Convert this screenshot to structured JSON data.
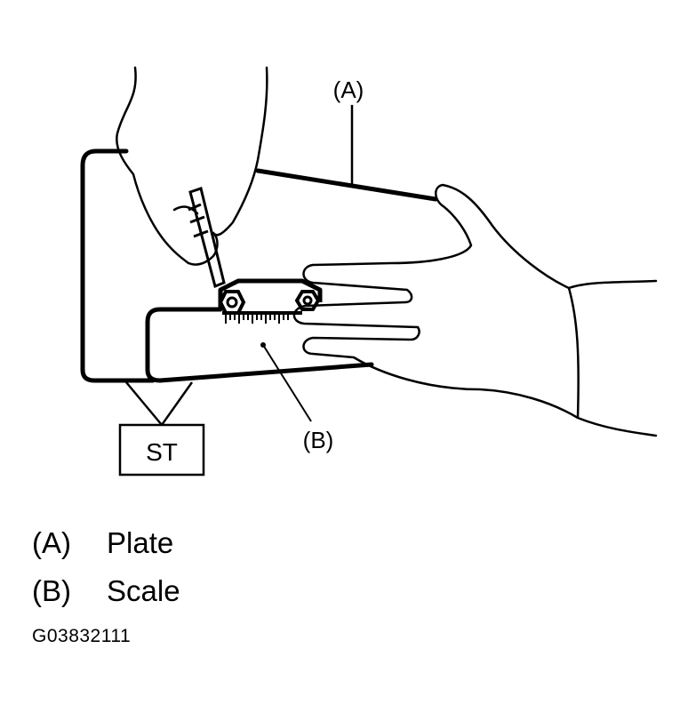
{
  "callouts": {
    "plate": "(A)",
    "scale": "(B)",
    "tool": "ST"
  },
  "legend": [
    {
      "key": "(A)",
      "label": "Plate"
    },
    {
      "key": "(B)",
      "label": "Scale"
    }
  ],
  "figure_code": "G03832111"
}
